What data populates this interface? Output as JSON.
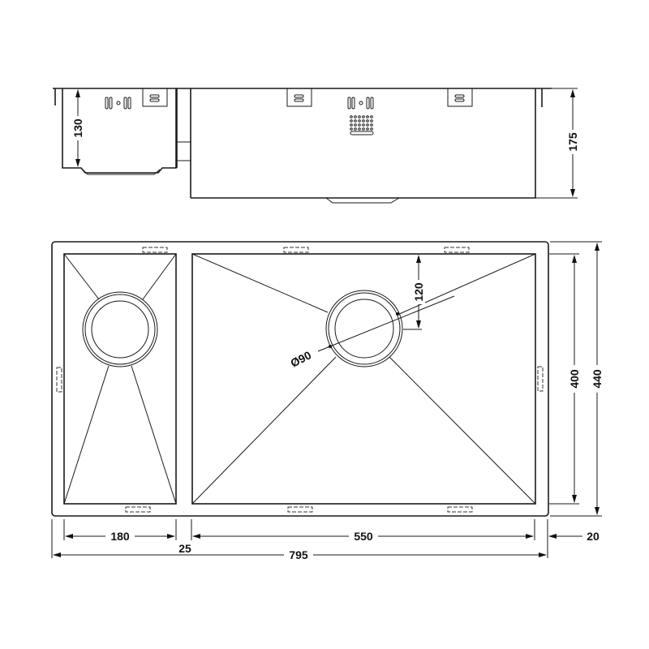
{
  "drawing": {
    "title": "Double bowl undermount sink technical drawing",
    "line_color": "#1a1a1a",
    "background": "#ffffff"
  },
  "side_view": {
    "small_bowl_depth_label": "130",
    "large_bowl_depth_label": "175"
  },
  "top_view": {
    "outlet_diameter_label": "Ø90",
    "outlet_offset_label": "120",
    "inner_height_label": "400",
    "outer_height_label": "440"
  },
  "bottom_dimensions": {
    "small_bowl_width_label": "180",
    "divider_width_label": "25",
    "large_bowl_width_label": "550",
    "rim_label": "20",
    "total_width_label": "795"
  }
}
